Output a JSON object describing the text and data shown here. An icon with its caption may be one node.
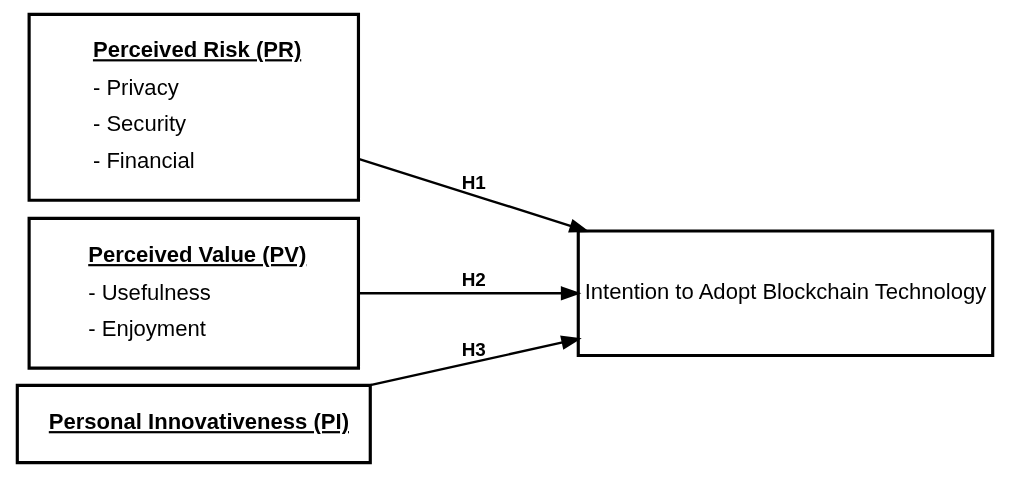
{
  "diagram": {
    "nodes": [
      {
        "text": [
          "Perceived Risk (PR)",
          "- Privacy",
          "- Security",
          "- Financial"
        ]
      },
      {
        "text": [
          "Perceived Value (PV)",
          "- Usefulness",
          "- Enjoyment"
        ]
      },
      {
        "text": [
          "Personal Innovativeness (PI)"
        ]
      },
      {
        "text": [
          "Intention to Adopt Blockchain Technology"
        ]
      }
    ],
    "edges": [
      {
        "from": 0,
        "to": 3,
        "arrow": "to",
        "label": "H1"
      },
      {
        "from": 1,
        "to": 3,
        "arrow": "to",
        "label": "H2"
      },
      {
        "from": 2,
        "to": 3,
        "arrow": "to",
        "label": "H3"
      }
    ]
  }
}
